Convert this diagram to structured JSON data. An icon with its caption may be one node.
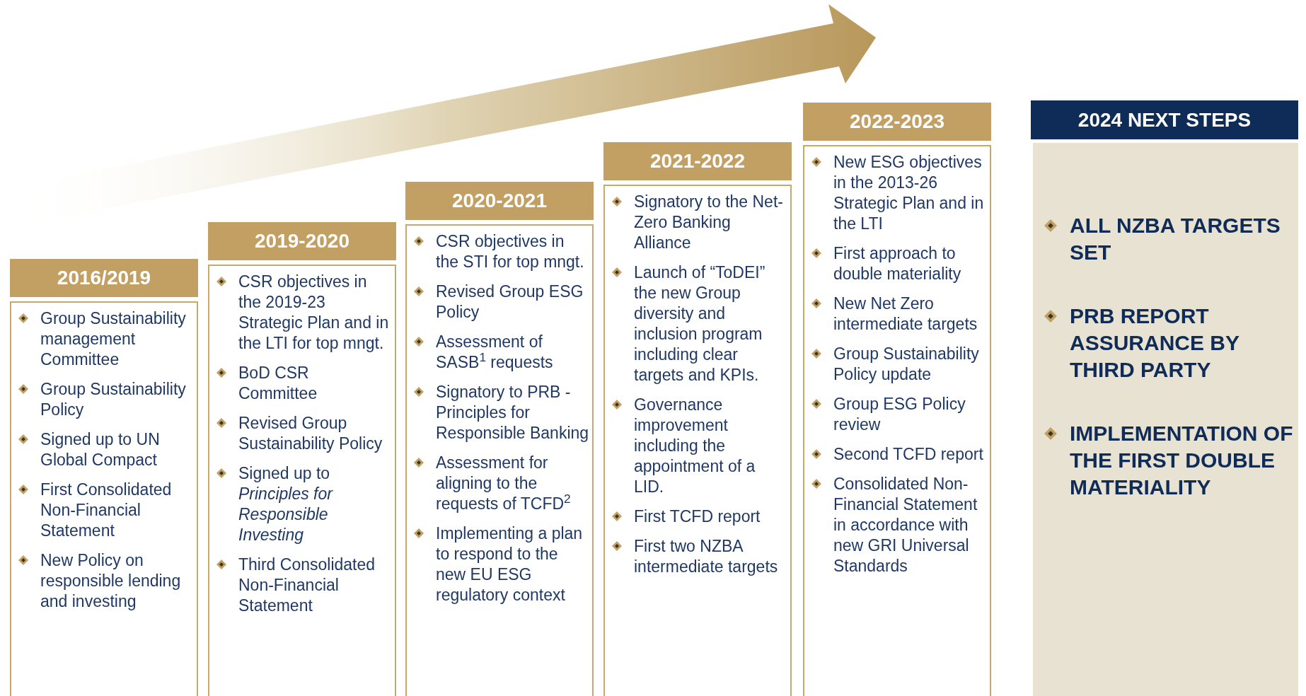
{
  "diagram": {
    "nodes": [
      {
        "text": [
          "2016/2019",
          "Group Sustainability management Committee",
          "Group Sustainability Policy",
          "Signed up to UN Global Compact",
          "First Consolidated Non-Financial Statement",
          "New Policy on responsible lending and investing"
        ]
      },
      {
        "text": [
          "2019-2020",
          "CSR objectives in the 2019-23 Strategic Plan and in the LTI for top mngt.",
          "BoD CSR Committee",
          "Revised Group Sustainability Policy",
          "Signed up to *Principles for Responsible Investing*",
          "Third Consolidated Non-Financial Statement"
        ]
      },
      {
        "text": [
          "2020-2021",
          "CSR objectives in the STI for top mngt.",
          "Revised Group ESG Policy",
          "Assessment of SASB$^{1}$ requests",
          "Signatory to PRB - Principles for Responsible Banking",
          "Assessment for aligning to the requests of TCFD$^{2}$",
          "Implementing a plan to respond to the new EU ESG regulatory context"
        ]
      },
      {
        "text": [
          "2021-2022",
          "Signatory to the Net-Zero Banking Alliance",
          "Launch of “ToDEI” the new Group diversity and inclusion program including clear targets and KPIs.",
          "Governance improvement including the appointment of a LID.",
          "First TCFD report",
          "First two NZBA intermediate targets"
        ]
      },
      {
        "text": [
          "2022-2023",
          "New ESG objectives in the 2013-26 Strategic Plan and in the LTI",
          "First approach to double materiality",
          "New Net Zero intermediate targets",
          "Group Sustainability Policy update",
          "Group ESG Policy review",
          "Second TCFD report",
          "Consolidated Non-Financial Statement in accordance with new GRI Universal Standards"
        ]
      },
      {
        "text": [
          "2024 NEXT STEPS",
          "ALL NZBA TARGETS SET",
          "PRB  REPORT ASSURANCE BY THIRD PARTY",
          "IMPLEMENTATION OF THE FIRST DOUBLE MATERIALITY"
        ]
      }
    ]
  }
}
